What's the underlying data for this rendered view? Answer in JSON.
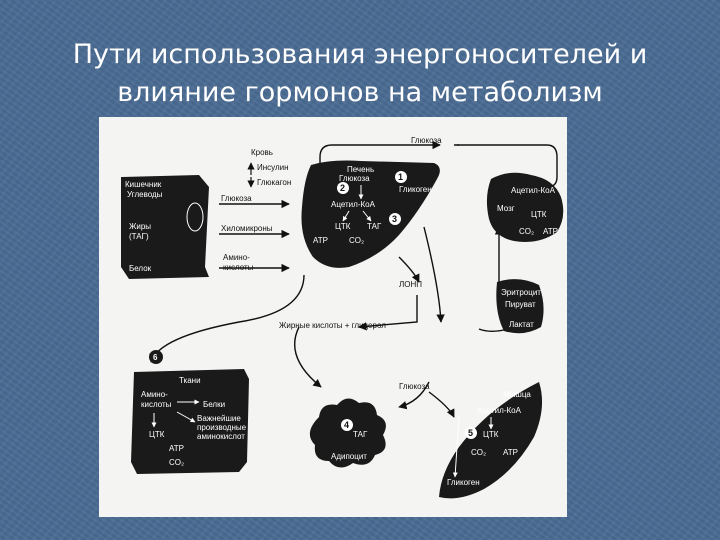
{
  "slide": {
    "title_line1": "Пути использования энергоносителей и",
    "title_line2": "влияние гормонов на метаболизм"
  },
  "diagram": {
    "top_glucose": "Глюкоза",
    "blood": "Кровь",
    "insulin": "Инсулин",
    "glucagon": "Глюкагон",
    "intestine": {
      "title": "Кишечник",
      "carbs": "Углеводы",
      "fats": "Жиры",
      "tag": "(ТАГ)",
      "protein": "Белок"
    },
    "glucose_mid": "Глюкоза",
    "chylomicrons": "Хиломикроны",
    "amino_acids_l1": "Амино-",
    "amino_acids_l2": "кислоты",
    "liver": {
      "title": "Печень",
      "glucose": "Глюкоза",
      "glycogen": "Гликоген",
      "acetyl_coa": "Ацетил-КоА",
      "tca": "ЦТК",
      "tag": "ТАГ",
      "atp": "АТР",
      "co2": "CO₂",
      "n1": "1",
      "n2": "2",
      "n3": "3"
    },
    "vldl": "ЛОНП",
    "fatty_acids_glycerol": "Жирные кислоты + глицерол",
    "brain": {
      "title": "Мозг",
      "acetyl_coa": "Ацетил-КоА",
      "tca": "ЦТК",
      "co2": "CO₂",
      "atp": "АТР"
    },
    "rbc": {
      "title": "Эритроцит",
      "pyruvate": "Пируват",
      "lactate": "Лактат"
    },
    "tissues": {
      "title": "Ткани",
      "amino_l1": "Амино-",
      "amino_l2": "кислоты",
      "proteins": "Белки",
      "n_l1": "Важнейшие",
      "n_l2": "производные",
      "n_l3": "аминокислот",
      "tca": "ЦТК",
      "atp": "АТР",
      "co2": "CO₂",
      "n6": "6"
    },
    "adipose": {
      "title": "Адипоцит",
      "tag": "ТАГ",
      "n4": "4"
    },
    "glucose_low": "Глюкоза",
    "muscle": {
      "title": "Мышца",
      "acetyl_coa": "Ацетил-КоА",
      "tca": "ЦТК",
      "co2": "CO₂",
      "atp": "АТР",
      "glycogen": "Гликоген",
      "n5": "5"
    }
  }
}
